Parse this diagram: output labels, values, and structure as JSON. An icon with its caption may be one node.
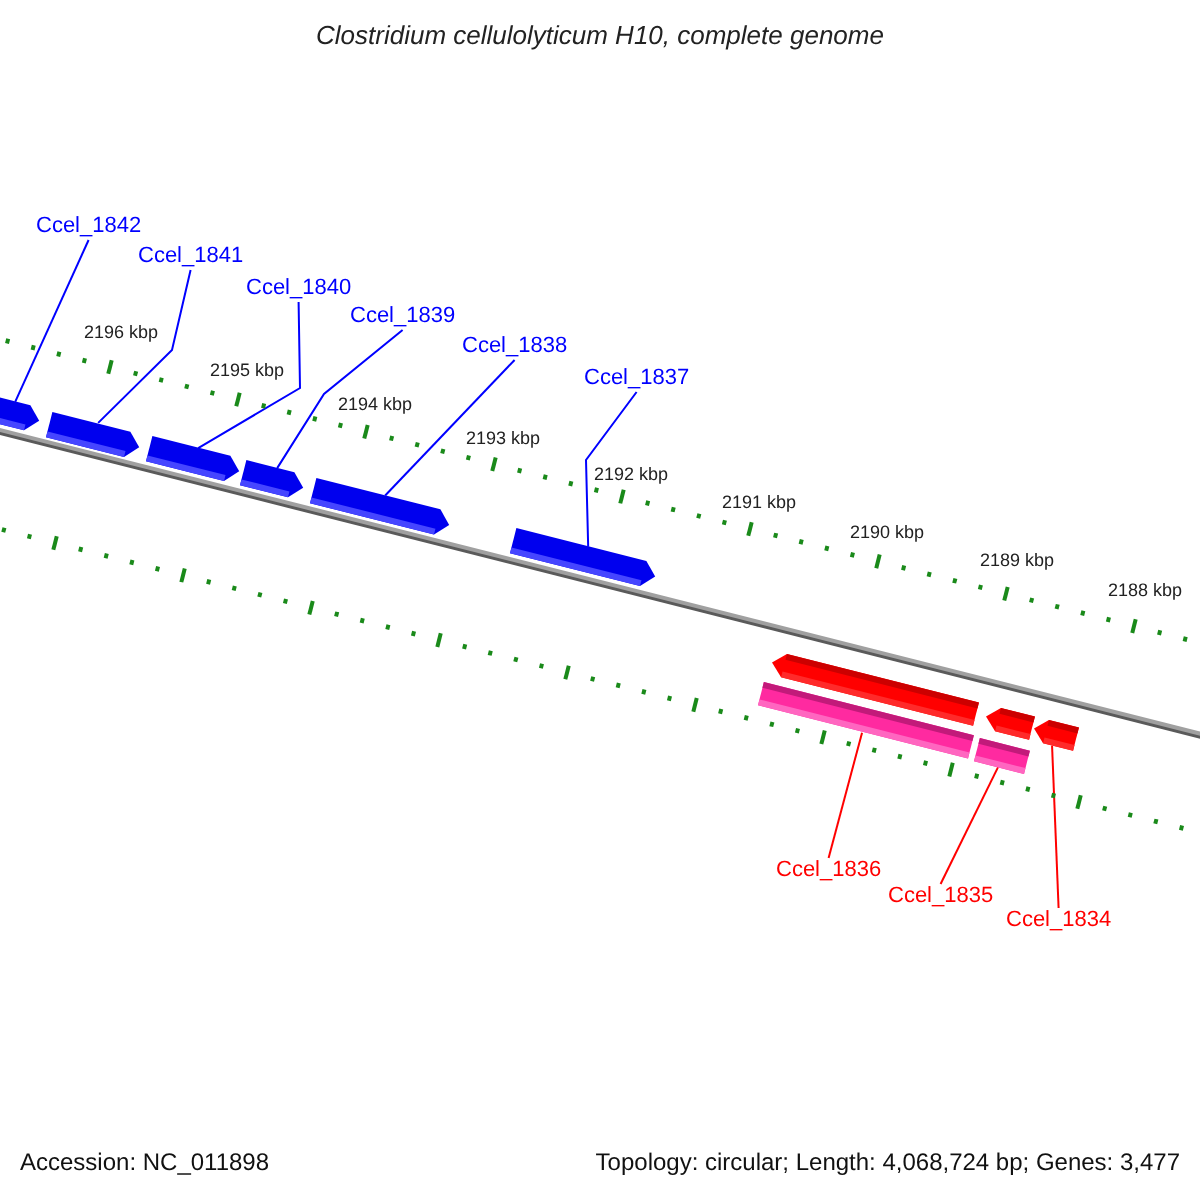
{
  "diagram": {
    "title": "Clostridium cellulolyticum H10, complete genome",
    "nodes": [
      {
        "text": [
          "Ccel_1842"
        ]
      },
      {
        "text": [
          "Ccel_1841"
        ]
      },
      {
        "text": [
          "Ccel_1840"
        ]
      },
      {
        "text": [
          "Ccel_1839"
        ]
      },
      {
        "text": [
          "Ccel_1838"
        ]
      },
      {
        "text": [
          "Ccel_1837"
        ]
      },
      {
        "text": [],
        "shape": "pentagon"
      },
      {
        "text": [],
        "shape": "pentagon"
      },
      {
        "text": [],
        "shape": "pentagon"
      },
      {
        "text": [],
        "shape": "pentagon"
      },
      {
        "text": [],
        "shape": "pentagon"
      },
      {
        "text": [],
        "shape": "pentagon"
      },
      {
        "text": [],
        "shape": "pentagon"
      },
      {
        "text": [],
        "shape": "pentagon"
      },
      {
        "text": [],
        "shape": "pentagon"
      },
      {
        "text": [],
        "shape": "bar"
      },
      {
        "text": [],
        "shape": "bar"
      },
      {
        "text": [
          "Ccel_1836"
        ]
      },
      {
        "text": [
          "Ccel_1835"
        ]
      },
      {
        "text": [
          "Ccel_1834"
        ]
      }
    ],
    "edges": [
      {
        "from": 0,
        "to": 6,
        "arrow": "none"
      },
      {
        "from": 1,
        "to": 7,
        "arrow": "none"
      },
      {
        "from": 2,
        "to": 8,
        "arrow": "none"
      },
      {
        "from": 3,
        "to": 9,
        "arrow": "none"
      },
      {
        "from": 4,
        "to": 10,
        "arrow": "none"
      },
      {
        "from": 5,
        "to": 11,
        "arrow": "none"
      },
      {
        "from": 17,
        "to": 15,
        "arrow": "none",
        "color": "#ff0000"
      },
      {
        "from": 18,
        "to": 16,
        "arrow": "none",
        "color": "#ff0000"
      },
      {
        "from": 19,
        "to": 14,
        "arrow": "none",
        "color": "#ff0000"
      }
    ],
    "labels": [
      "2196 kbp",
      "2195 kbp",
      "2194 kbp",
      "2193 kbp",
      "2192 kbp",
      "2191 kbp",
      "2190 kbp",
      "2189 kbp",
      "2188 kbp",
      "Accession: NC_011898",
      "Topology: circular; Length: 4,068,724 bp; Genes: 3,477"
    ]
  }
}
